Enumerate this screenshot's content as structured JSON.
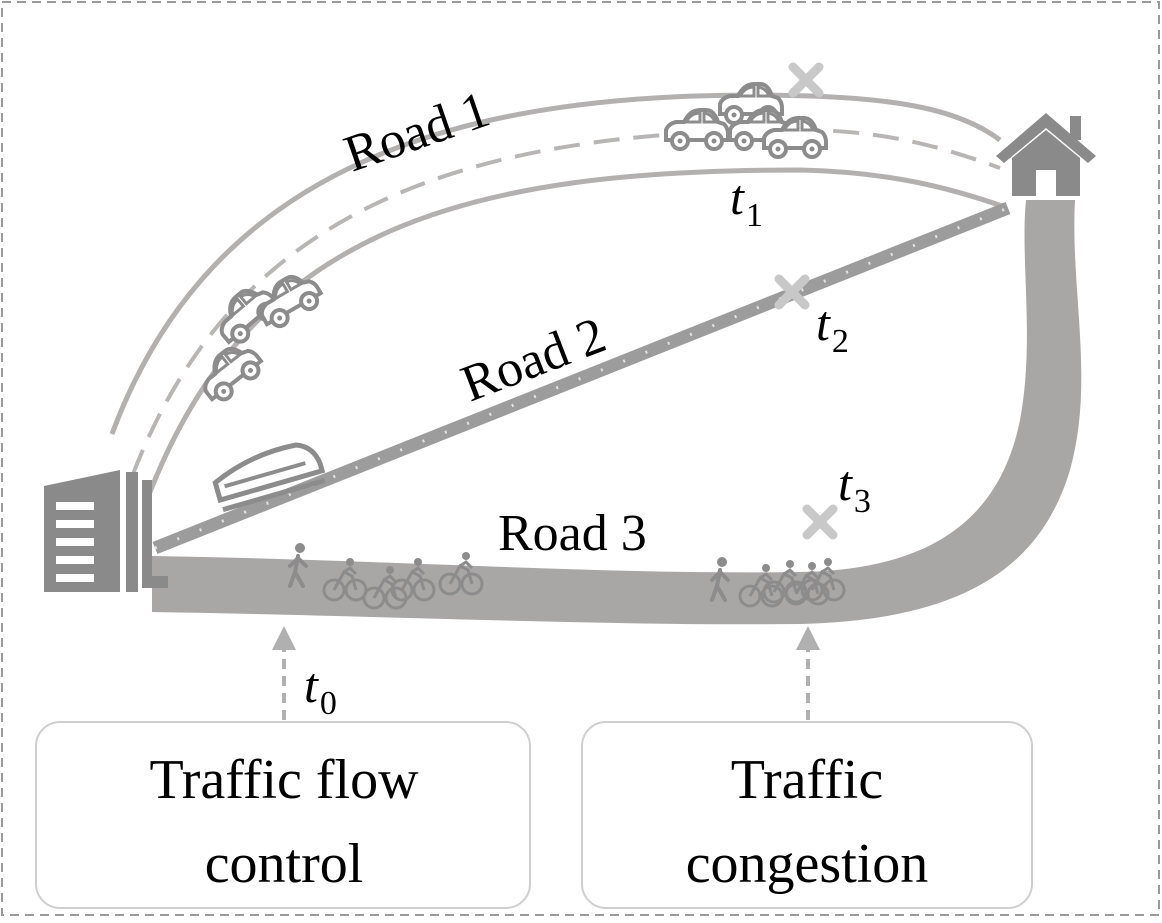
{
  "roads": [
    {
      "id": "road1",
      "label": "Road 1"
    },
    {
      "id": "road2",
      "label": "Road 2"
    },
    {
      "id": "road3",
      "label": "Road 3"
    }
  ],
  "time_markers": {
    "t0": {
      "base": "t",
      "sub": "0"
    },
    "t1": {
      "base": "t",
      "sub": "1"
    },
    "t2": {
      "base": "t",
      "sub": "2"
    },
    "t3": {
      "base": "t",
      "sub": "3"
    }
  },
  "boxes": {
    "flow_control": {
      "line1": "Traffic flow",
      "line2": "control"
    },
    "congestion": {
      "line1": "Traffic",
      "line2": "congestion"
    }
  },
  "colors": {
    "road_gray": "#a9a6a6",
    "road_edge": "#b3b0b0",
    "icon_gray": "#8c8c8c",
    "cross_gray": "#c8c8c8",
    "rail_gray": "#9c9c9c",
    "box_border": "#cfcfcf",
    "frame_dash": "#9a9a9a"
  },
  "icons": {
    "origin": "building-icon",
    "destination": "house-icon",
    "road1_vehicles": "car-icon",
    "road2_vehicle": "train-icon",
    "road3_vehicles": [
      "pedestrian-icon",
      "cyclist-icon"
    ],
    "blocked": "cross-icon"
  }
}
